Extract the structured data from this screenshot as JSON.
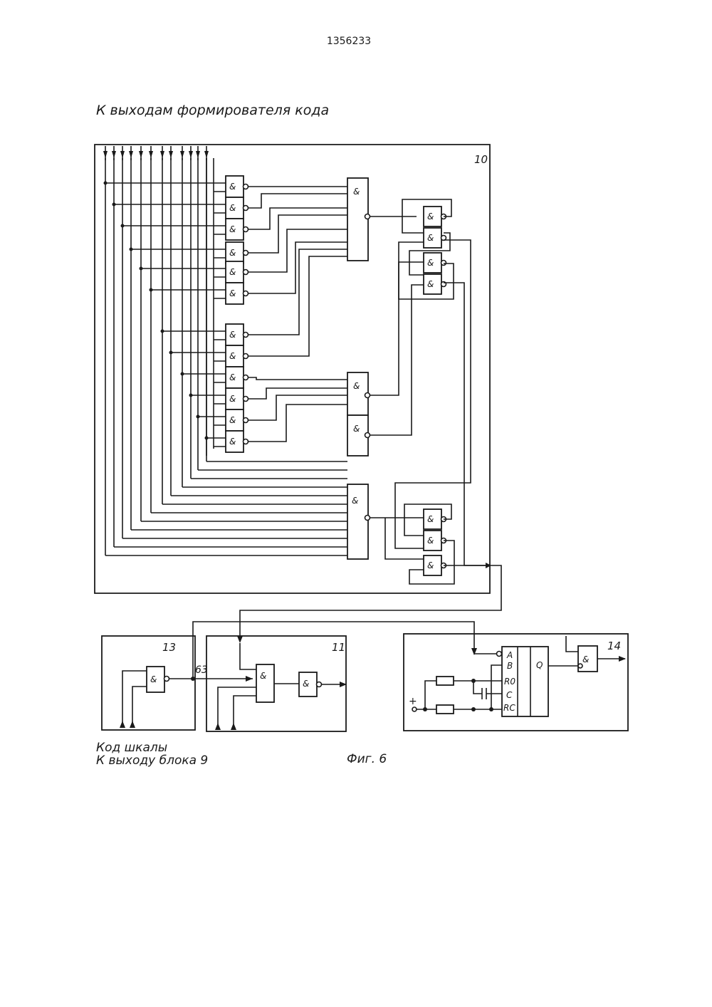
{
  "doc_number": "1356233",
  "caption_top": "К выходам формирователя кода",
  "caption_bottom_1": "Код шкалы",
  "caption_bottom_2": "К выходу блока 9",
  "figure_label": "Фиг. 6",
  "block_labels": {
    "b10": "10",
    "b11": "11",
    "b13": "13",
    "b14": "14"
  },
  "net_label": "63",
  "gate_symbol": "&",
  "chip": {
    "pins": [
      "A",
      "B",
      "R0",
      "C",
      "RC"
    ],
    "output": "Q"
  },
  "supply_symbol": "+"
}
